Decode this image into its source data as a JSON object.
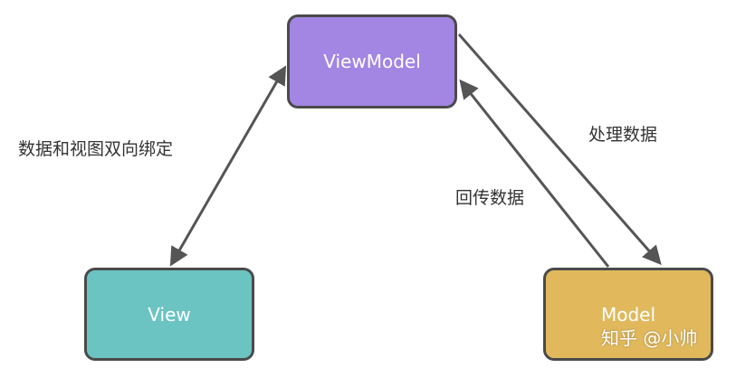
{
  "nodes": {
    "viewmodel": {
      "label": "ViewModel",
      "color": "#A385E3"
    },
    "view": {
      "label": "View",
      "color": "#6CC4C2"
    },
    "model": {
      "label": "Model",
      "color": "#E1B95C"
    }
  },
  "edges": {
    "binding": {
      "label": "数据和视图双向绑定"
    },
    "process": {
      "label": "处理数据"
    },
    "return": {
      "label": "回传数据"
    }
  },
  "watermark": {
    "text": "知乎 @小帅"
  },
  "colors": {
    "arrow": "#555555",
    "border": "#4a4a4a"
  }
}
